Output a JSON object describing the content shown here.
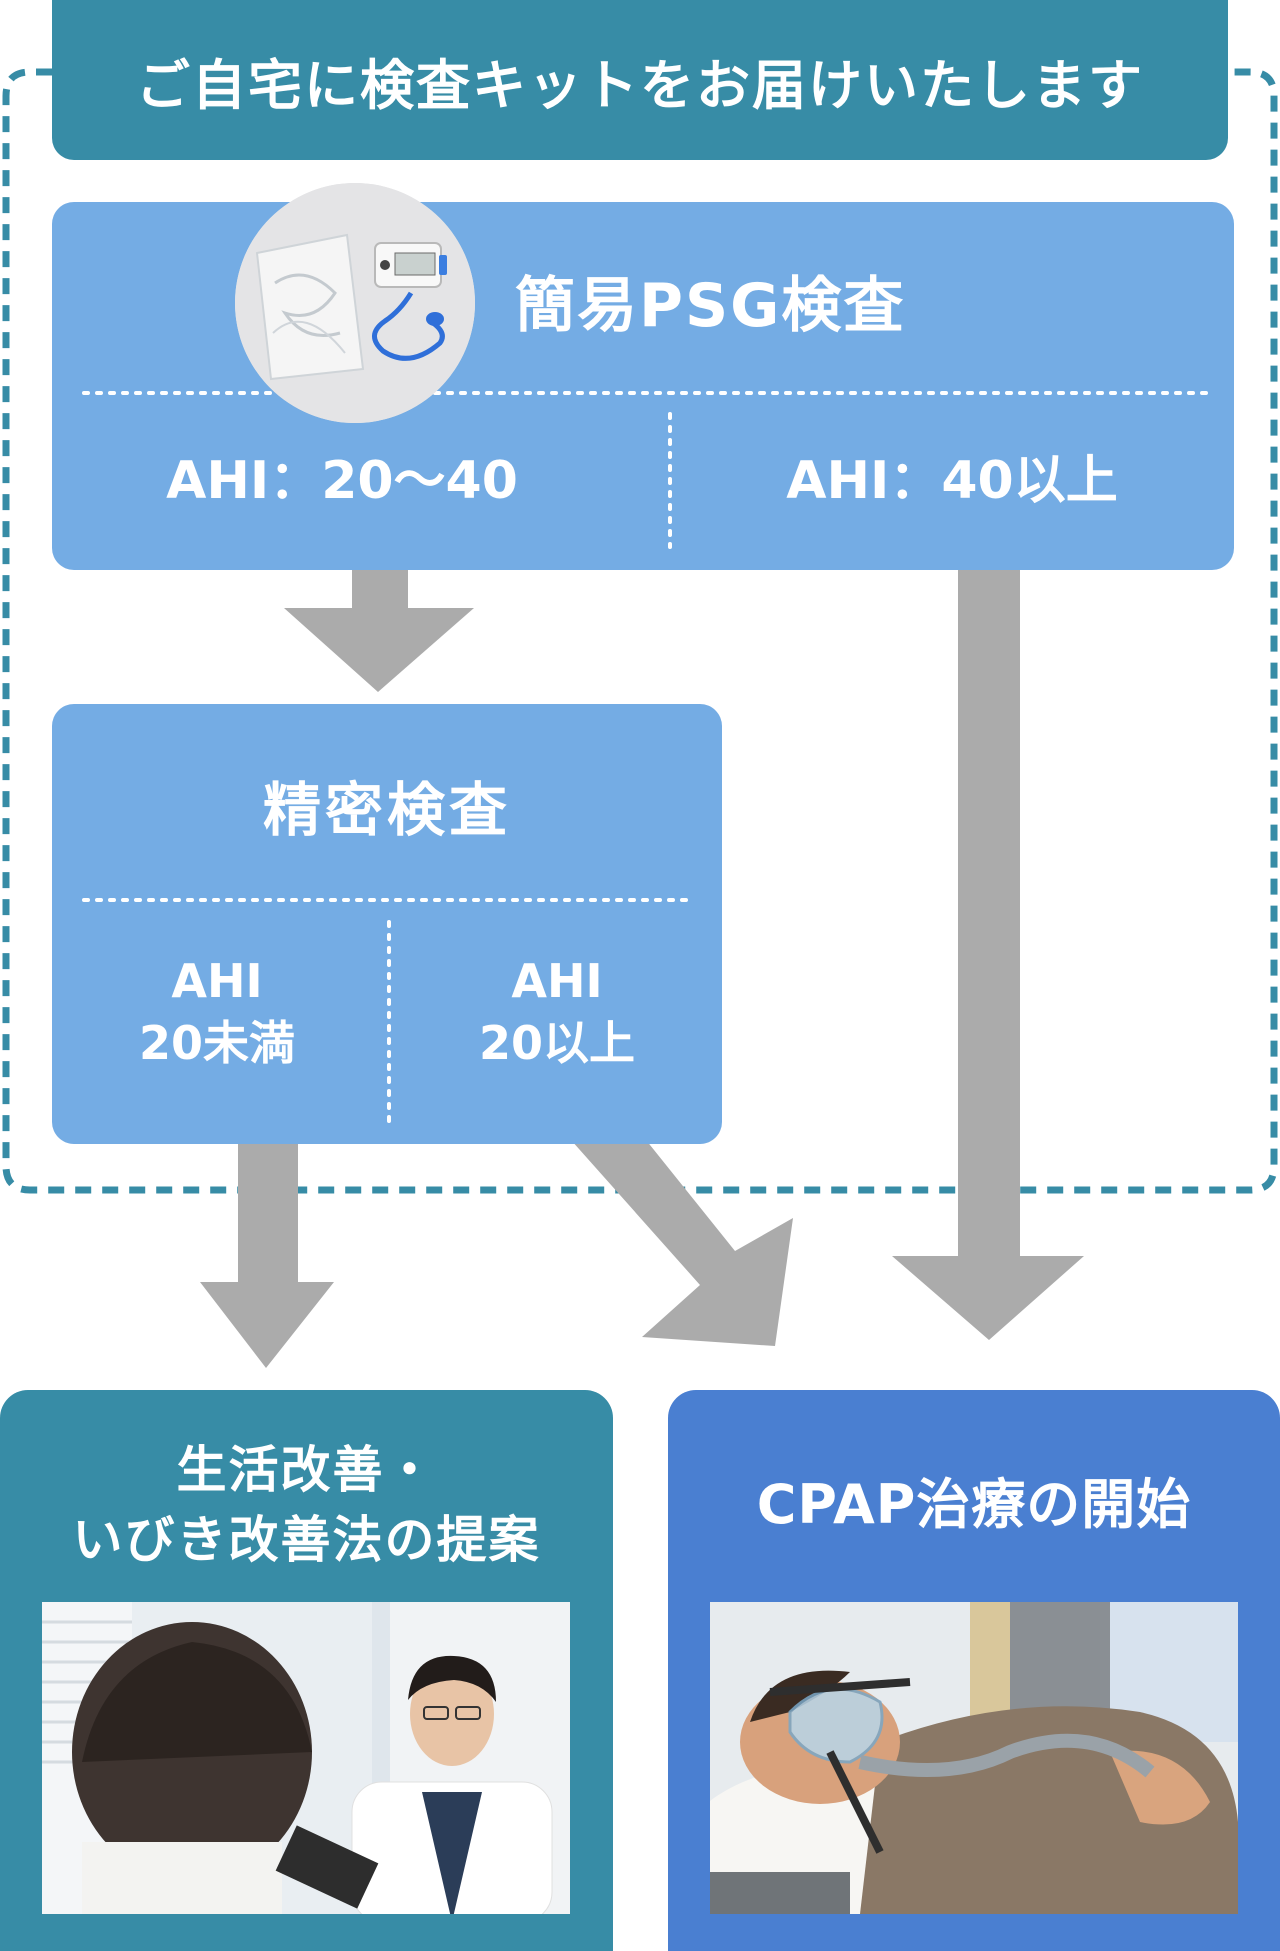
{
  "header": {
    "title": "ご自宅に検査キットをお届けいたします"
  },
  "screening": {
    "title": "簡易PSG検査",
    "left_result": "AHI：20〜40",
    "right_result": "AHI：40以上",
    "photo_icon": "sleep-test-kit-photo"
  },
  "precise": {
    "title": "精密検査",
    "left_result": {
      "line1": "AHI",
      "line2": "20未満"
    },
    "right_result": {
      "line1": "AHI",
      "line2": "20以上"
    }
  },
  "outcomes": {
    "lifestyle": {
      "line1": "生活改善・",
      "line2": "いびき改善法の提案",
      "photo_icon": "doctor-consultation-photo"
    },
    "cpap": {
      "title": "CPAP治療の開始",
      "photo_icon": "cpap-sleeping-photo"
    }
  },
  "colors": {
    "header_teal": "#378ca6",
    "light_blue": "#74ace4",
    "cpap_blue": "#4a7fd1",
    "arrow_gray": "#ababab",
    "dashed_border": "#378ca6"
  }
}
